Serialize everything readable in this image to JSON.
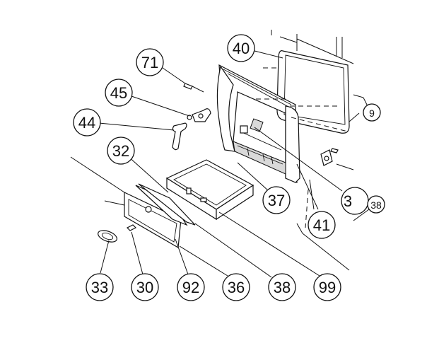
{
  "callouts": {
    "c40": "40",
    "c71": "71",
    "c45": "45",
    "c44": "44",
    "c32": "32",
    "c9": "9",
    "c3": "3",
    "c38_small": "38",
    "c37": "37",
    "c41": "41",
    "c33": "33",
    "c30": "30",
    "c92": "92",
    "c36": "36",
    "c38": "38",
    "c99": "99"
  }
}
